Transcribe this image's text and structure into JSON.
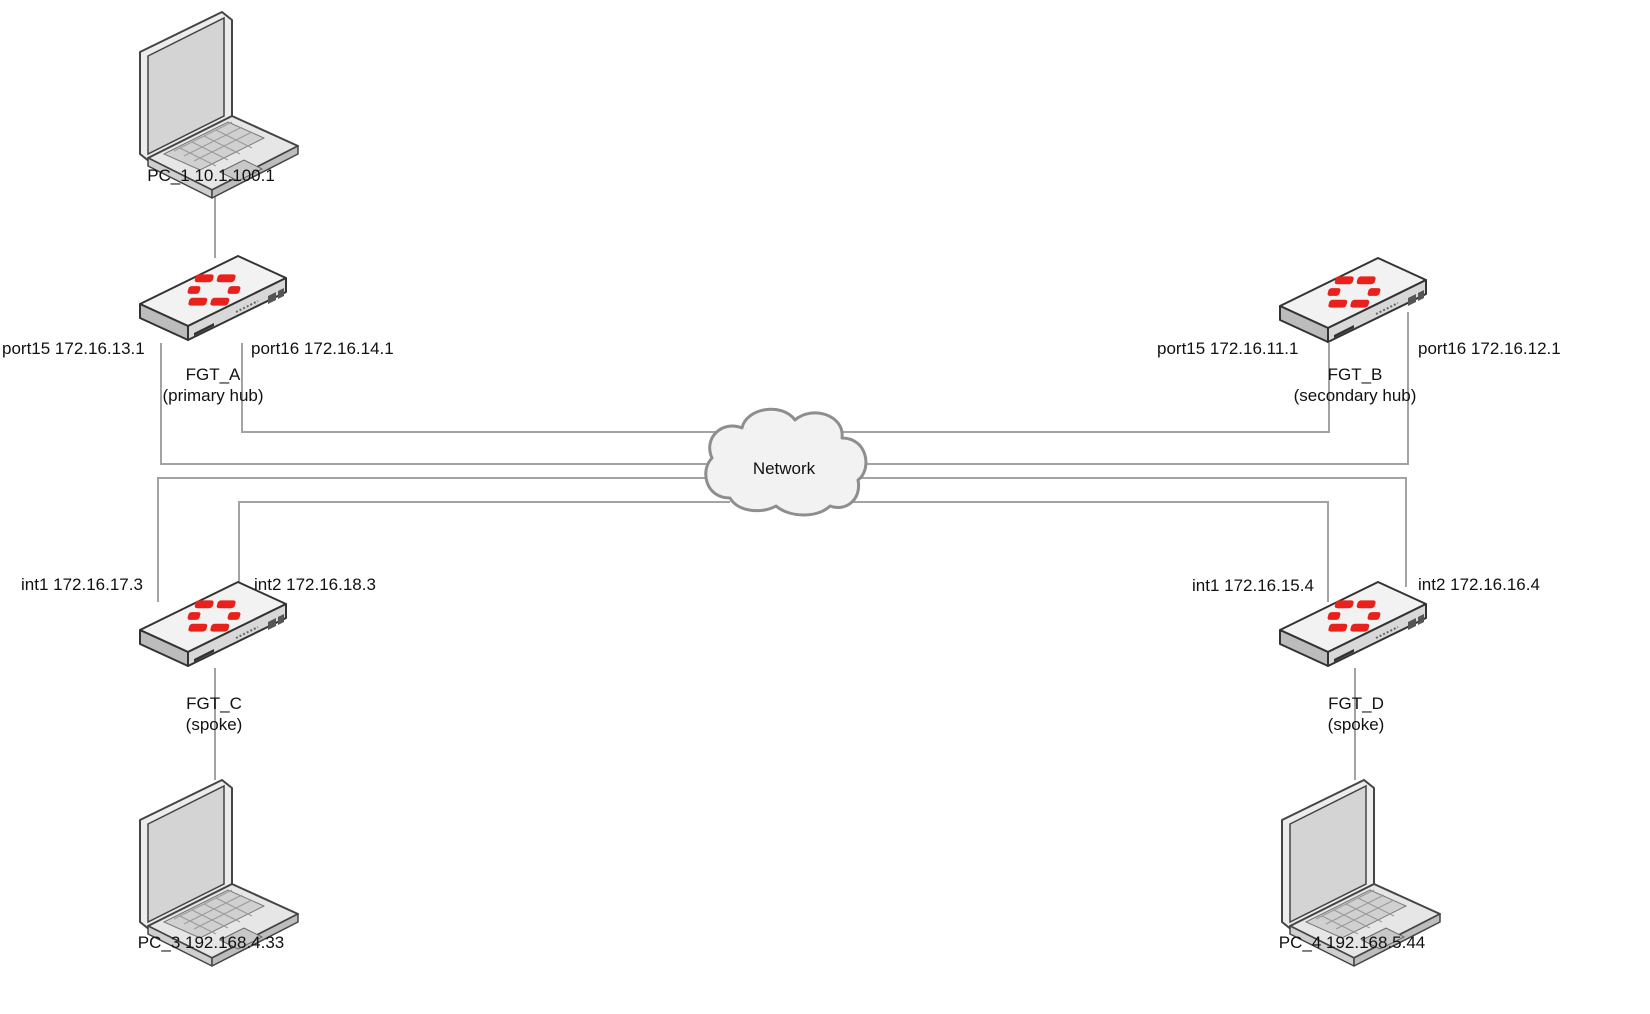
{
  "cloud": {
    "label": "Network"
  },
  "devices": {
    "fgt_a": {
      "name": "FGT_A",
      "role": "(primary hub)",
      "port_left": "port15 172.16.13.1",
      "port_right": "port16 172.16.14.1"
    },
    "fgt_b": {
      "name": "FGT_B",
      "role": "(secondary hub)",
      "port_left": "port15 172.16.11.1",
      "port_right": "port16 172.16.12.1"
    },
    "fgt_c": {
      "name": "FGT_C",
      "role": "(spoke)",
      "port_left": "int1 172.16.17.3",
      "port_right": "int2 172.16.18.3"
    },
    "fgt_d": {
      "name": "FGT_D",
      "role": "(spoke)",
      "port_left": "int1 172.16.15.4",
      "port_right": "int2 172.16.16.4"
    }
  },
  "pcs": {
    "pc_1": {
      "label": "PC_1 10.1.100.1"
    },
    "pc_3": {
      "label": "PC_3 192.168.4.33"
    },
    "pc_4": {
      "label": "PC_4 192.168.5.44"
    }
  },
  "colors": {
    "fortinet_red": "#e8211d",
    "device_body": "#f2f2f2",
    "device_outline": "#333333",
    "wire": "#a3a3a3",
    "cloud_fill": "#f2f2f2"
  }
}
